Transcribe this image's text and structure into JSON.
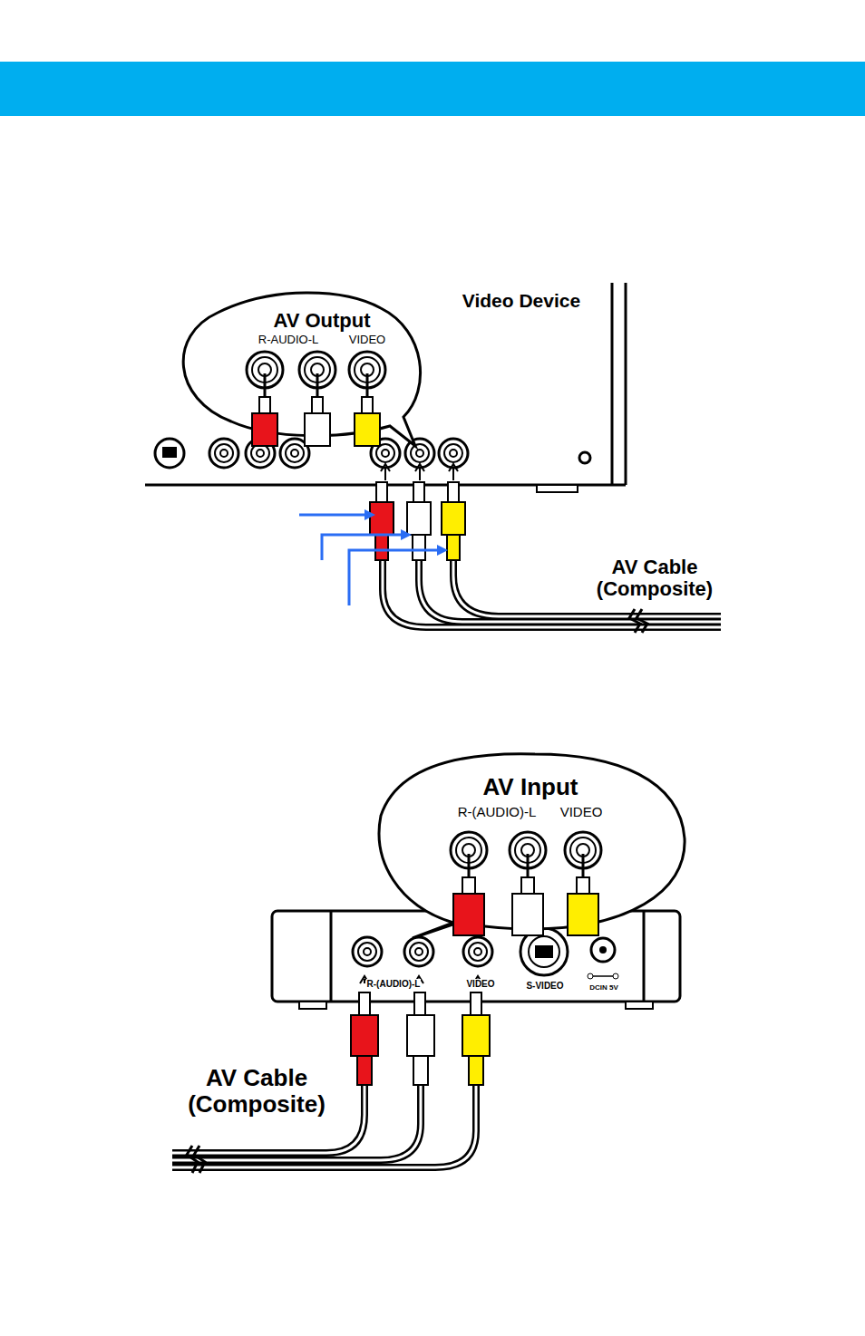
{
  "diagram": {
    "nodes": [
      {
        "text": [
          "AV Output",
          "R-AUDIO-L",
          "VIDEO"
        ]
      },
      {
        "text": [
          "AV Input",
          "R-(AUDIO)-L",
          "VIDEO"
        ]
      }
    ],
    "labels": [
      "Video Device",
      "AV Cable (Composite)",
      "AV Cable (Composite)",
      "R-(AUDIO)-L",
      "VIDEO",
      "S-VIDEO",
      "DCIN 5V"
    ]
  }
}
